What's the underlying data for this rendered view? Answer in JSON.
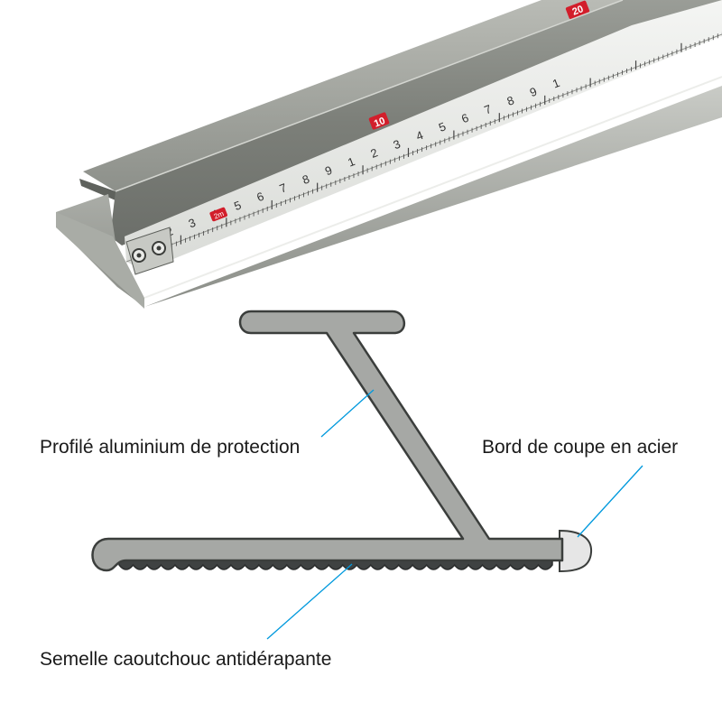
{
  "photo": {
    "description_icon": "aluminium-ruler-photo",
    "tape_numbers_small": [
      "2",
      "3",
      "4",
      "5",
      "6",
      "7",
      "8",
      "9",
      "1",
      "2",
      "3",
      "4",
      "5",
      "6",
      "7",
      "8",
      "9",
      "1"
    ],
    "tape_badges": [
      "2m",
      "10",
      "20"
    ]
  },
  "labels": {
    "profile": "Profilé aluminium de protection",
    "edge": "Bord de coupe en acier",
    "sole": "Semelle caoutchouc antidérapante"
  },
  "colors": {
    "profile_fill": "#a6a8a5",
    "profile_stroke": "#3b3e3c",
    "sole_fill": "#3f4242",
    "edge_fill": "#e6e6e6",
    "leader": "#0099dd",
    "tape_red": "#d21e2b"
  }
}
